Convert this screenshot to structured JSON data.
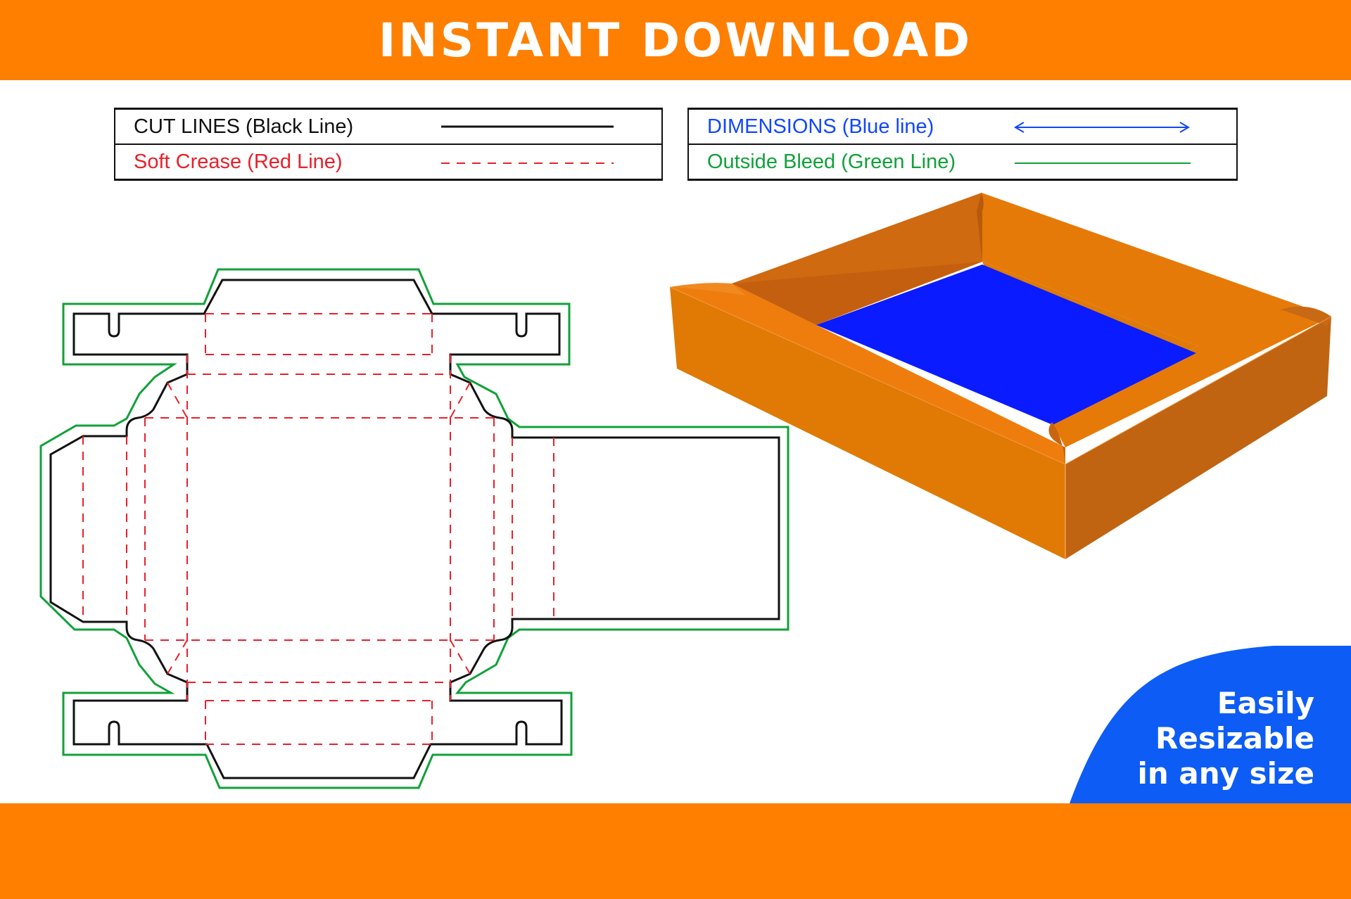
{
  "banner": {
    "title": "INSTANT DOWNLOAD"
  },
  "legend": {
    "cut_lines": "CUT LINES (Black Line)",
    "soft_crease": "Soft Crease (Red Line)",
    "dimensions": "DIMENSIONS (Blue line)",
    "outside_bleed": "Outside Bleed (Green Line)"
  },
  "badge": {
    "line1": "Easily",
    "line2": "Resizable",
    "line3": "in any size"
  },
  "colors": {
    "orange": "#ff7f00",
    "cut": "#111111",
    "crease": "#e8202a",
    "dimension": "#1147ff",
    "bleed": "#11a13a",
    "badge_blue": "#0d5cf5",
    "box_inner": "#0a1bff"
  }
}
